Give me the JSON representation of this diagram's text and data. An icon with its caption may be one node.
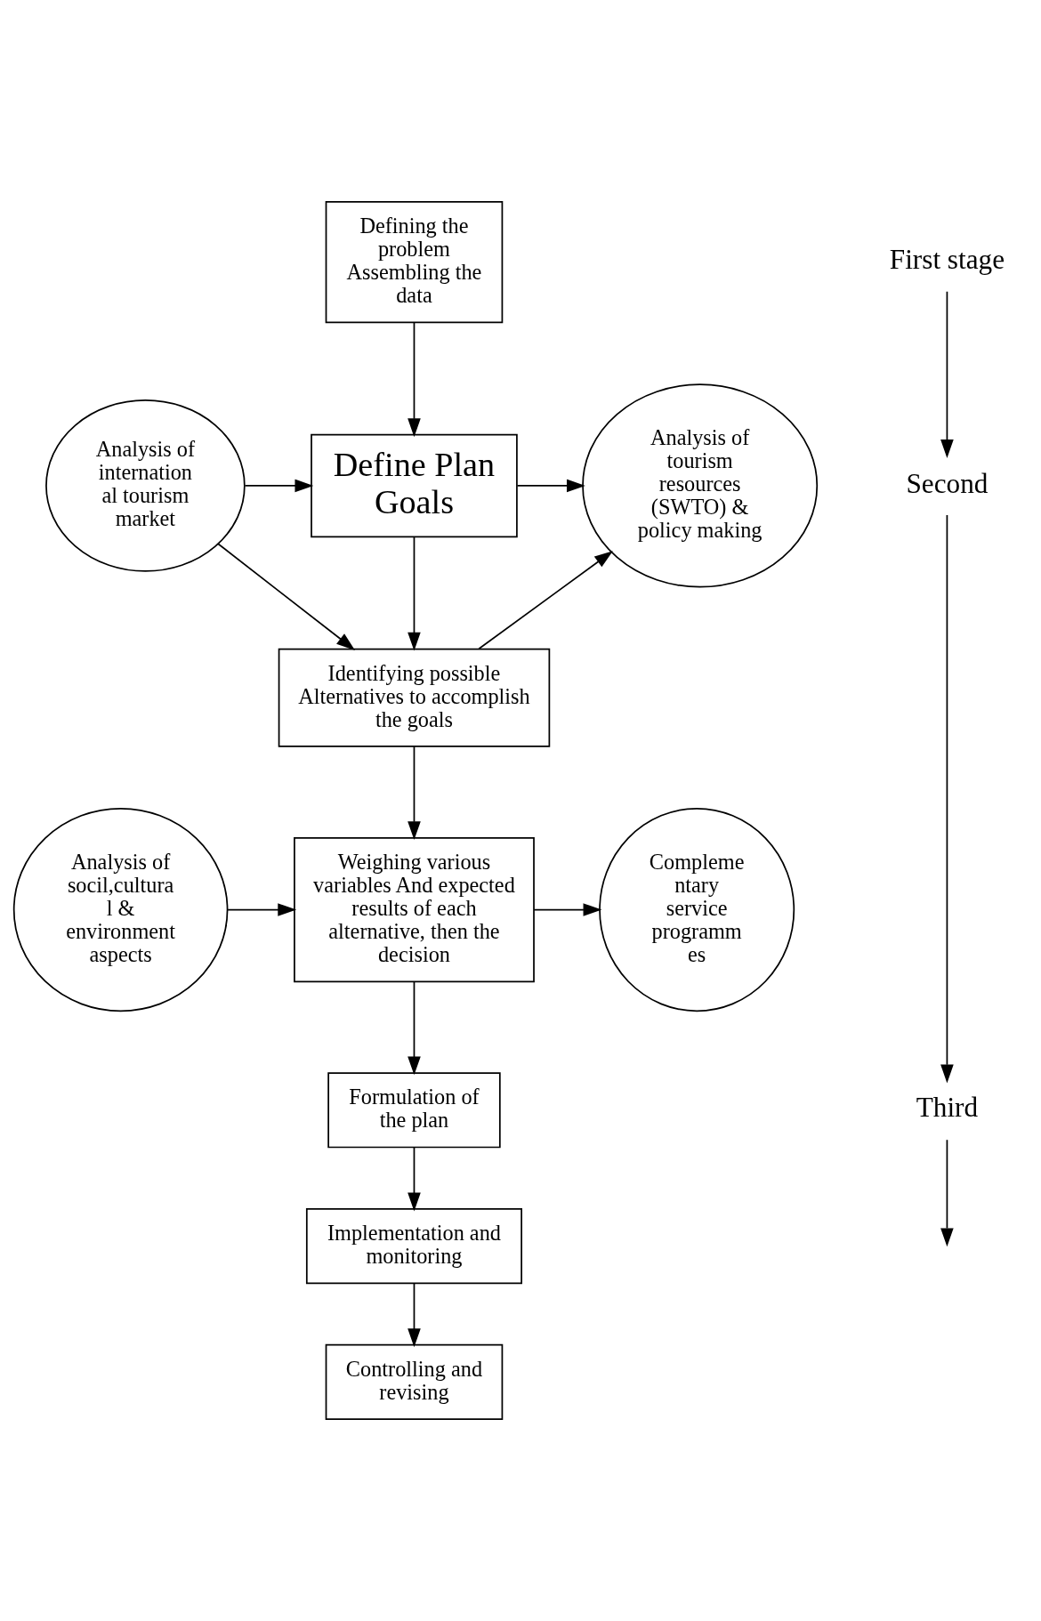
{
  "diagram": {
    "nodes": [
      {
        "text": [
          "Defining the problem",
          "Assembling the data"
        ]
      },
      {
        "text": [
          "Analysis of internation al tourism market"
        ]
      },
      {
        "text": [
          "Define Plan Goals"
        ]
      },
      {
        "text": [
          "Analysis of tourism resources (SWTO) & policy making"
        ]
      },
      {
        "text": [
          "Identifying possible Alternatives to accomplish the goals"
        ]
      },
      {
        "text": [
          "Analysis of socil,cultura l & environment aspects"
        ]
      },
      {
        "text": [
          "Weighing various variables And expected results of each alternative, then the decision"
        ]
      },
      {
        "text": [
          "Compleme ntary service programm es"
        ]
      },
      {
        "text": [
          "Formulation of the plan"
        ]
      },
      {
        "text": [
          "Implementation and monitoring"
        ]
      },
      {
        "text": [
          "Controlling and revising"
        ]
      },
      {
        "text": [
          "First stage"
        ]
      },
      {
        "text": [
          "Second"
        ]
      },
      {
        "text": [
          "Third"
        ]
      }
    ],
    "edges": [
      {
        "from": 0,
        "to": 2,
        "arrow": "to"
      },
      {
        "from": 1,
        "to": 2,
        "arrow": "to"
      },
      {
        "from": 2,
        "to": 3,
        "arrow": "to"
      },
      {
        "from": 1,
        "to": 4,
        "arrow": "to"
      },
      {
        "from": 2,
        "to": 4,
        "arrow": "to"
      },
      {
        "from": 4,
        "to": 3,
        "arrow": "to"
      },
      {
        "from": 4,
        "to": 6,
        "arrow": "to"
      },
      {
        "from": 5,
        "to": 6,
        "arrow": "to"
      },
      {
        "from": 6,
        "to": 7,
        "arrow": "to"
      },
      {
        "from": 6,
        "to": 8,
        "arrow": "to"
      },
      {
        "from": 8,
        "to": 9,
        "arrow": "to"
      },
      {
        "from": 9,
        "to": 10,
        "arrow": "to"
      },
      {
        "from": 11,
        "to": 12,
        "arrow": "to"
      },
      {
        "from": 12,
        "to": 13,
        "arrow": "to"
      },
      {
        "from": 13,
        "to": null,
        "arrow": "to"
      }
    ]
  }
}
